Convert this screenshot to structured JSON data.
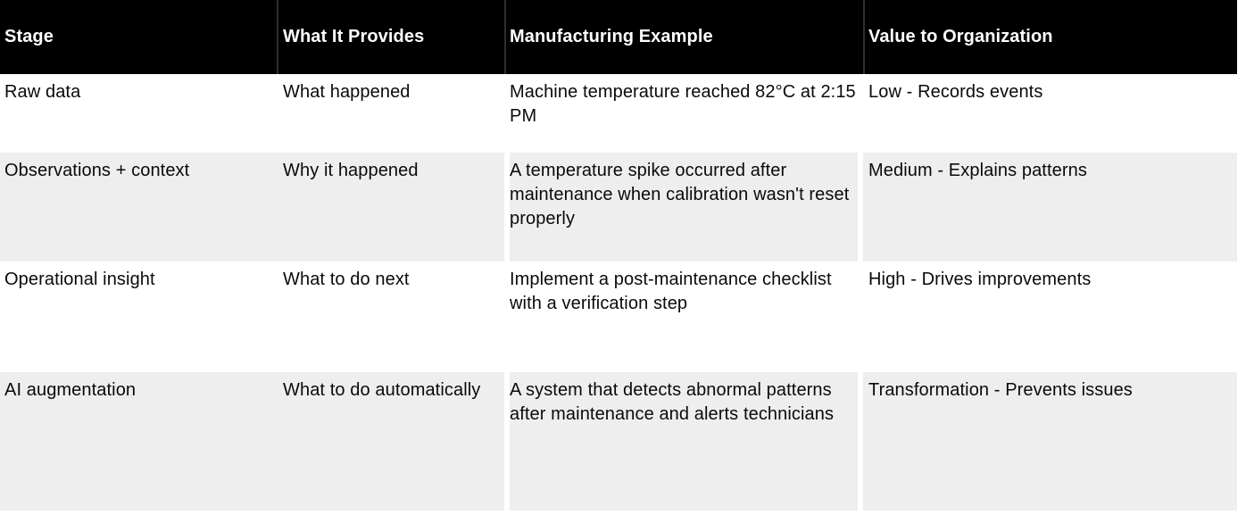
{
  "table": {
    "columns": [
      {
        "label": "Stage"
      },
      {
        "label": "What It Provides"
      },
      {
        "label": "Manufacturing Example"
      },
      {
        "label": "Value to Organization"
      }
    ],
    "rows": [
      {
        "stage": "Raw data",
        "provides": "What happened",
        "example": "Machine temperature reached 82°C at 2:15 PM",
        "value": "Low - Records events"
      },
      {
        "stage": "Observations + context",
        "provides": "Why it happened",
        "example": "A temperature spike occurred after maintenance when calibration wasn't reset properly",
        "value": "Medium - Explains patterns"
      },
      {
        "stage": "Operational insight",
        "provides": "What to do next",
        "example": "Implement a post-maintenance checklist with a verification step",
        "value": "High - Drives improvements"
      },
      {
        "stage": "AI augmentation",
        "provides": "What to do automatically",
        "example": "A system that detects abnormal patterns after maintenance and alerts technicians",
        "value": "Transformation - Prevents issues"
      }
    ],
    "colors": {
      "header_bg": "#000000",
      "header_text": "#ffffff",
      "stripe": "#eeeeee",
      "body_text": "#0a0a0a",
      "header_divider": "#2e2e2e"
    }
  }
}
